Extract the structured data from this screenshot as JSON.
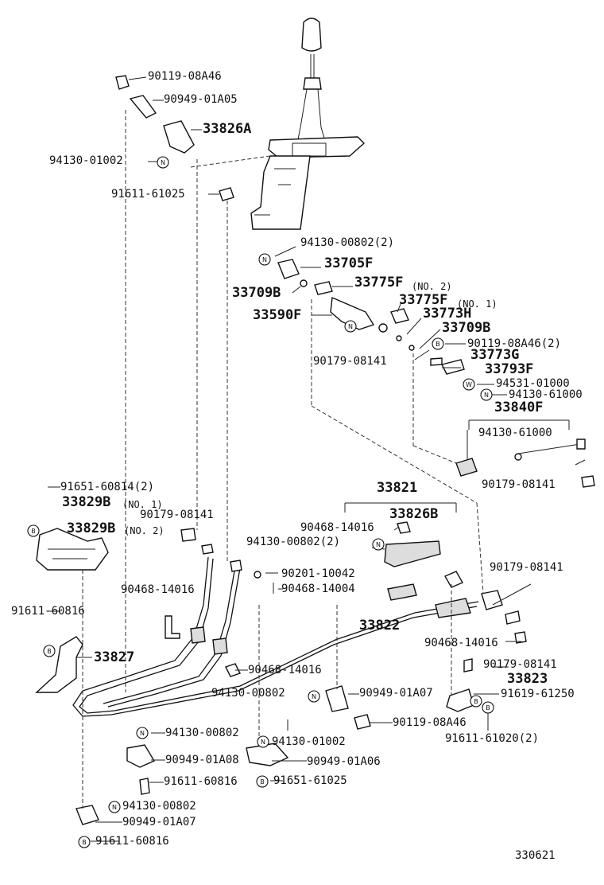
{
  "diagram": {
    "figure_number": "330621",
    "labels": {
      "l01": "90119-08A46",
      "l02": "90949-01A05",
      "l03": "33826A",
      "l04": "94130-01002",
      "l05": "91611-61025",
      "l06": "94130-00802(2)",
      "l07": "33705F",
      "l08": "33709B",
      "l09": "33775F",
      "l09n": "(NO. 2)",
      "l10": "33775F",
      "l10n": "(NO. 1)",
      "l11": "33773H",
      "l12": "33590F",
      "l13": "33709B",
      "l14": "90119-08A46(2)",
      "l15": "90179-08141",
      "l16": "33773G",
      "l17": "33793F",
      "l18": "94531-01000",
      "l19": "94130-61000",
      "l20": "33840F",
      "l21": "94130-61000",
      "l22": "90179-08141",
      "l23": "91651-60814(2)",
      "l24": "33829B",
      "l24n": "(NO. 1)",
      "l25": "90179-08141",
      "l26": "33829B",
      "l26n": "(NO. 2)",
      "l27": "33821",
      "l28": "90468-14016",
      "l29": "33826B",
      "l30": "94130-00802(2)",
      "l31": "90201-10042",
      "l32": "90468-14004",
      "l33": "90179-08141",
      "l34": "90468-14016",
      "l35": "33822",
      "l36": "91611-60816",
      "l37": "90468-14016",
      "l38": "33827",
      "l39": "90179-08141",
      "l40": "90468-14016",
      "l41": "33823",
      "l42": "94130-00802",
      "l43": "90949-01A07",
      "l44": "91619-61250",
      "l45": "90119-08A46",
      "l46": "91611-61020(2)",
      "l47": "94130-00802",
      "l48": "94130-01002",
      "l49": "90949-01A08",
      "l50": "90949-01A06",
      "l51": "91611-60816",
      "l52": "91651-61025",
      "l53": "94130-00802",
      "l54": "90949-01A07",
      "l55": "91611-60816"
    },
    "symbols": {
      "nut": "N",
      "bolt": "B",
      "washer": "W"
    }
  }
}
